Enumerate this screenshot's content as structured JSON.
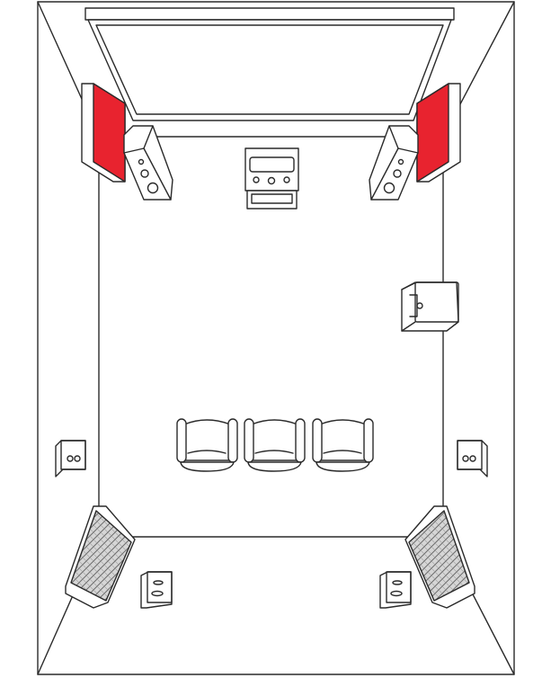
{
  "diagram": {
    "subject": "home-theater-room-layout",
    "colors": {
      "line": "#2a2a2a",
      "background": "#ffffff",
      "acoustic_panel": "#e8232f",
      "bass_trap_fill": "#bdbdbd"
    },
    "components": {
      "front_speakers": 2,
      "center_receiver": 1,
      "subwoofer": 1,
      "seats": 3,
      "side_surround_speakers": 2,
      "rear_speakers": 2,
      "acoustic_panels": 2,
      "corner_bass_traps": 2
    }
  }
}
